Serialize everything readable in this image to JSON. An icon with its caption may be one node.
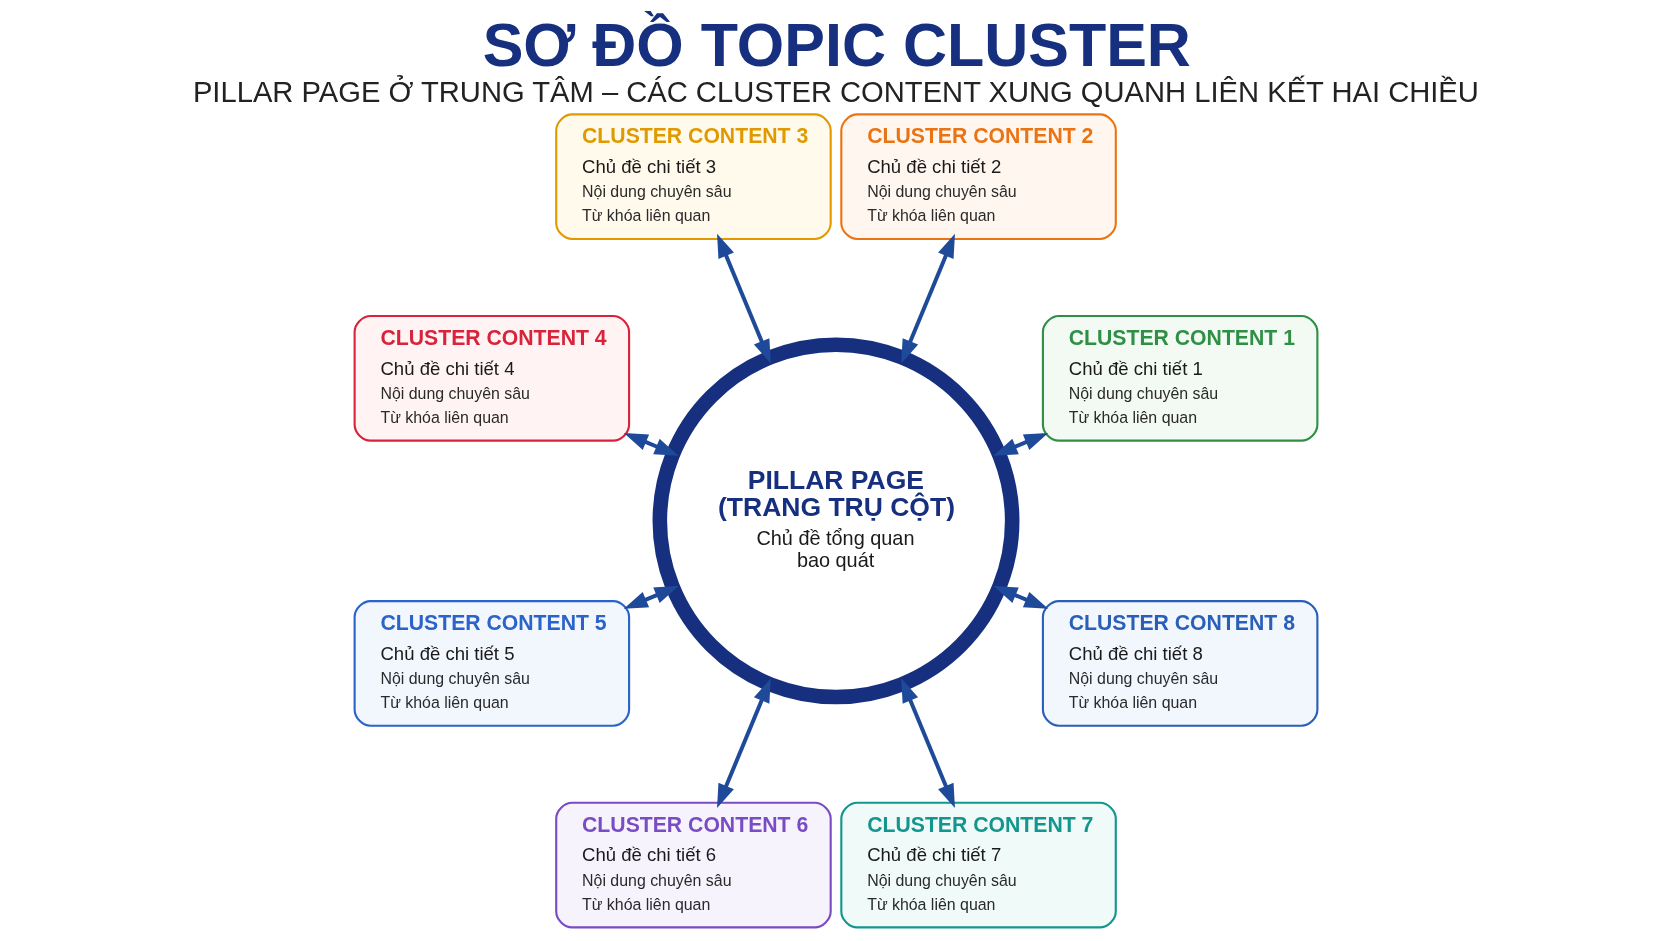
{
  "diagram": {
    "title": "SƠ ĐỒ TOPIC CLUSTER",
    "caption": "PILLAR PAGE Ở TRUNG TÂM – CÁC CLUSTER CONTENT XUNG QUANH LIÊN KẾT HAI CHIỀU",
    "nodes": [
      {
        "text": [
          "PILLAR PAGE (TRANG TRỤ CỘT)",
          "Chủ đề tổng quan bao quát"
        ]
      },
      {
        "text": [
          "CLUSTER CONTENT 1",
          "Chủ đề chi tiết 1",
          "Nội dung chuyên sâu",
          "Từ khóa liên quan"
        ]
      },
      {
        "text": [
          "CLUSTER CONTENT 2",
          "Chủ đề chi tiết 2",
          "Nội dung chuyên sâu",
          "Từ khóa liên quan"
        ]
      },
      {
        "text": [
          "CLUSTER CONTENT 3",
          "Chủ đề chi tiết 3",
          "Nội dung chuyên sâu",
          "Từ khóa liên quan"
        ]
      },
      {
        "text": [
          "CLUSTER CONTENT 4",
          "Chủ đề chi tiết 4",
          "Nội dung chuyên sâu",
          "Từ khóa liên quan"
        ]
      },
      {
        "text": [
          "CLUSTER CONTENT 5",
          "Chủ đề chi tiết 5",
          "Nội dung chuyên sâu",
          "Từ khóa liên quan"
        ]
      },
      {
        "text": [
          "CLUSTER CONTENT 6",
          "Chủ đề chi tiết 6",
          "Nội dung chuyên sâu",
          "Từ khóa liên quan"
        ]
      },
      {
        "text": [
          "CLUSTER CONTENT 7",
          "Chủ đề chi tiết 7",
          "Nội dung chuyên sâu",
          "Từ khóa liên quan"
        ]
      },
      {
        "text": [
          "CLUSTER CONTENT 8",
          "Chủ đề chi tiết 8",
          "Nội dung chuyên sâu",
          "Từ khóa liên quan"
        ]
      }
    ],
    "edges": [
      {
        "from": 0,
        "to": 1,
        "arrow": "both"
      },
      {
        "from": 0,
        "to": 2,
        "arrow": "both"
      },
      {
        "from": 0,
        "to": 3,
        "arrow": "both"
      },
      {
        "from": 0,
        "to": 4,
        "arrow": "both"
      },
      {
        "from": 0,
        "to": 5,
        "arrow": "both"
      },
      {
        "from": 0,
        "to": 6,
        "arrow": "both"
      },
      {
        "from": 0,
        "to": 7,
        "arrow": "both"
      },
      {
        "from": 0,
        "to": 8,
        "arrow": "both"
      }
    ]
  }
}
